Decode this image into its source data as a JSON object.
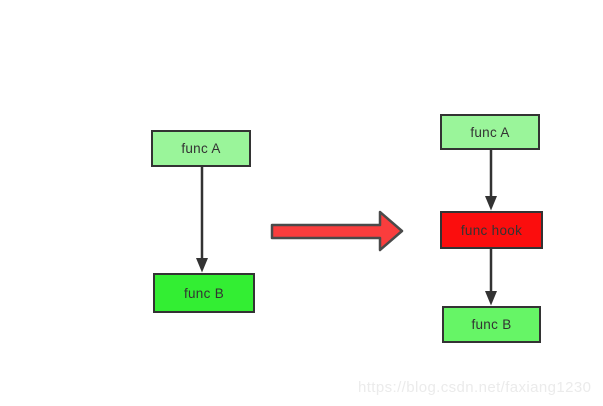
{
  "left_flow": {
    "func_a": {
      "label": "func A",
      "fill": "#9af59a"
    },
    "func_b": {
      "label": "func B",
      "fill": "#33ee33"
    }
  },
  "right_flow": {
    "func_a": {
      "label": "func A",
      "fill": "#9af59a"
    },
    "func_hook": {
      "label": "func hook",
      "fill": "#fb0d0d"
    },
    "func_b": {
      "label": "func B",
      "fill": "#66f566"
    }
  },
  "transform_arrow": {
    "fill": "#fa3d3d",
    "outline": "#4a4a4a"
  },
  "colors": {
    "background": "#ffffff",
    "node_border": "#333333",
    "node_text": "#333333",
    "flow_arrow": "#333333"
  },
  "watermark": {
    "text": "https://blog.csdn.net/faxiang1230",
    "color": "#ebebeb"
  }
}
